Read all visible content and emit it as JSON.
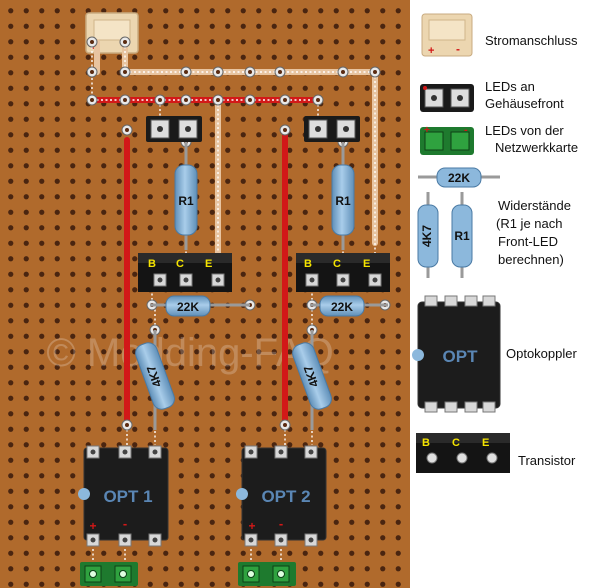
{
  "board": {
    "watermark": "© Modding-FAQ",
    "opt_left_label": "OPT 1",
    "opt_right_label": "OPT 2",
    "r1_label": "R1",
    "r22k_label": "22K",
    "r4k7_label": "4K7",
    "pin_b": "B",
    "pin_c": "C",
    "pin_e": "E",
    "plus": "+",
    "minus": "-"
  },
  "legend": {
    "power": "Stromanschluss",
    "front_leds": [
      "LEDs an",
      "Gehäusefront"
    ],
    "nic_leds": [
      "LEDs von der",
      "Netzwerkkarte"
    ],
    "resistors": [
      "Widerstände",
      "(R1 je nach",
      "Front-LED",
      "berechnen)"
    ],
    "optocoupler": "Optokoppler",
    "transistor": "Transistor",
    "r22k": "22K",
    "r4k7": "4K7",
    "r1": "R1",
    "opt": "OPT",
    "pin_b": "B",
    "pin_c": "C",
    "pin_e": "E",
    "plus": "+",
    "minus": "-"
  },
  "colors": {
    "board": "#b06a2c",
    "hole": "#4a2510",
    "wire_red": "#d21818",
    "wire_tan": "#e8c4a0",
    "resistor_blue": "#8cb8dc",
    "ic_body": "#1c1c1c",
    "led_green": "#1e7a2e",
    "pin_label": "#f5e400"
  }
}
